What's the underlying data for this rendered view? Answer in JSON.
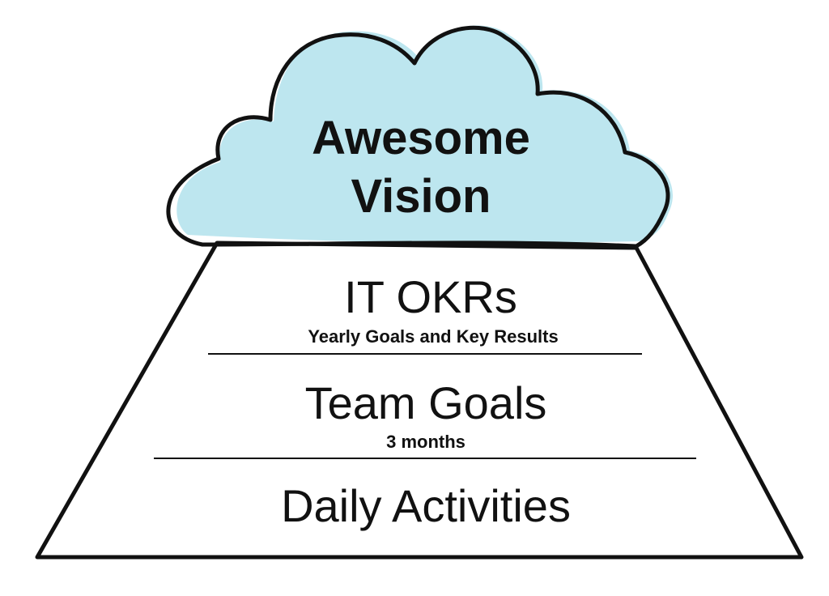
{
  "colors": {
    "cloud_fill": "#bde6ef",
    "outline": "#111111",
    "background": "#ffffff"
  },
  "vision": {
    "line1": "Awesome",
    "line2": "Vision"
  },
  "tiers": [
    {
      "title": "IT OKRs",
      "subtitle": "Yearly Goals and Key Results"
    },
    {
      "title": "Team Goals",
      "subtitle": "3 months"
    },
    {
      "title": "Daily Activities",
      "subtitle": ""
    }
  ]
}
